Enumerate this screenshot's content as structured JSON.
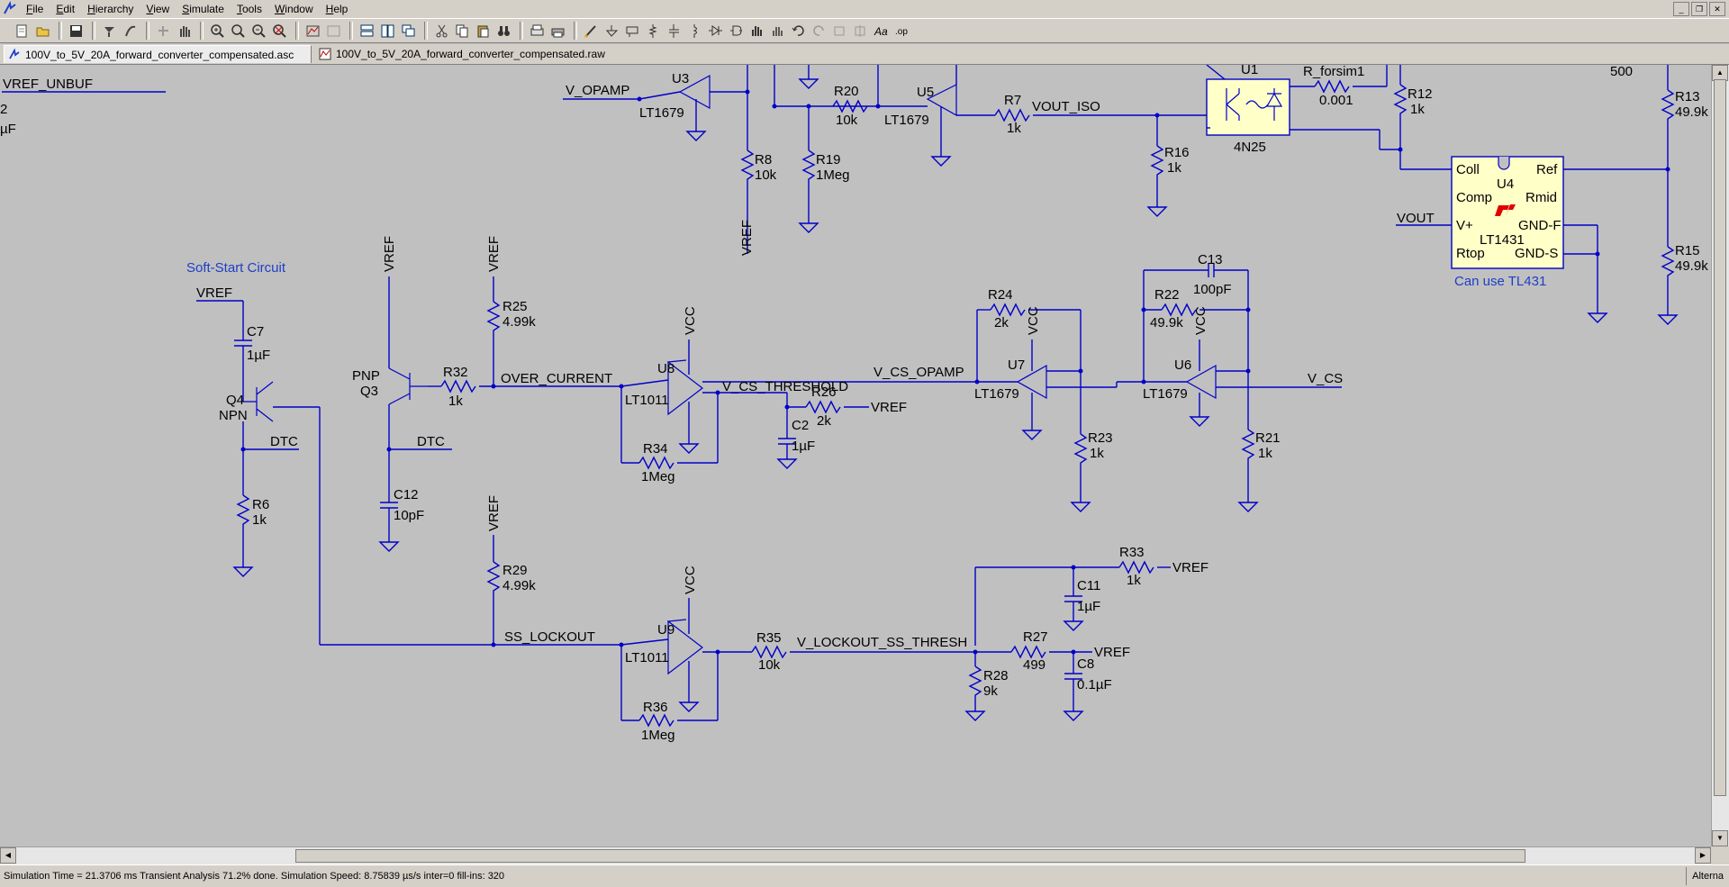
{
  "menu": {
    "items": [
      {
        "label": "File",
        "key": "F",
        "rest": "ile"
      },
      {
        "label": "Edit",
        "key": "E",
        "rest": "dit"
      },
      {
        "label": "Hierarchy",
        "key": "H",
        "rest": "ierarchy"
      },
      {
        "label": "View",
        "key": "V",
        "rest": "iew"
      },
      {
        "label": "Simulate",
        "key": "S",
        "rest": "imulate"
      },
      {
        "label": "Tools",
        "key": "T",
        "rest": "ools"
      },
      {
        "label": "Window",
        "key": "W",
        "rest": "indow"
      },
      {
        "label": "Help",
        "key": "H",
        "rest": "elp"
      }
    ]
  },
  "tabs": [
    {
      "label": "100V_to_5V_20A_forward_converter_compensated.asc",
      "icon": "schematic-icon"
    },
    {
      "label": "100V_to_5V_20A_forward_converter_compensated.raw",
      "icon": "waveform-icon"
    }
  ],
  "schematic": {
    "notes": {
      "soft_start": "Soft-Start Circuit",
      "tl431": "Can use TL431"
    },
    "nets": {
      "vref_unbuf": "VREF_UNBUF",
      "v_opamp": "V_OPAMP",
      "vout_iso": "VOUT_ISO",
      "vout": "VOUT",
      "vref": "VREF",
      "dtc": "DTC",
      "over_current": "OVER_CURRENT",
      "v_cs_threshold": "V_CS_THRESHOLD",
      "v_cs_opamp": "V_CS_OPAMP",
      "v_cs": "V_CS",
      "ss_lockout": "SS_LOCKOUT",
      "v_lockout_ss_thresh": "V_LOCKOUT_SS_THRESH",
      "vcc": "VCC"
    },
    "parts": {
      "u3": "U3",
      "u3_model": "LT1679",
      "u5": "U5",
      "u5_model": "LT1679",
      "u6": "U6",
      "u6_model": "LT1679",
      "u7": "U7",
      "u7_model": "LT1679",
      "u8": "U8",
      "u8_model": "LT1011",
      "u9": "U9",
      "u9_model": "LT1011",
      "u1": "U1",
      "u1_model": "4N25",
      "u4": "U4",
      "u4_model": "LT1431",
      "r20": "R20",
      "r20_val": "10k",
      "r7": "R7",
      "r7_val": "1k",
      "r8": "R8",
      "r8_val": "10k",
      "r19": "R19",
      "r19_val": "1Meg",
      "r16": "R16",
      "r16_val": "1k",
      "r12": "R12",
      "r12_val": "1k",
      "r_forsim1": "R_forsim1",
      "r_forsim1_val": "0.001",
      "r13": "R13",
      "r13_val": "49.9k",
      "r15": "R15",
      "r15_val": "49.9k",
      "r25": "R25",
      "r25_val": "4.99k",
      "r32": "R32",
      "r32_val": "1k",
      "r34": "R34",
      "r34_val": "1Meg",
      "r26": "R26",
      "r26_val": "2k",
      "c2": "C2",
      "c2_val": "1µF",
      "r24": "R24",
      "r24_val": "2k",
      "r22": "R22",
      "r22_val": "49.9k",
      "c13": "C13",
      "c13_val": "100pF",
      "r23": "R23",
      "r23_val": "1k",
      "r21": "R21",
      "r21_val": "1k",
      "c7": "C7",
      "c7_val": "1µF",
      "q4": "Q4",
      "q4_type": "NPN",
      "q3": "Q3",
      "q3_type": "PNP",
      "r6": "R6",
      "r6_val": "1k",
      "c12": "C12",
      "c12_val": "10pF",
      "r29": "R29",
      "r29_val": "4.99k",
      "r35": "R35",
      "r35_val": "10k",
      "r36": "R36",
      "r36_val": "1Meg",
      "r33": "R33",
      "r33_val": "1k",
      "c11": "C11",
      "c11_val": "1µF",
      "r27": "R27",
      "r27_val": "499",
      "c8": "C8",
      "c8_val": "0.1µF",
      "r28": "R28",
      "r28_val": "9k",
      "partial_a": "2",
      "partial_b": "µF",
      "partial_c": "500"
    },
    "u4_pins": {
      "coll": "Coll",
      "ref": "Ref",
      "comp": "Comp",
      "rmid": "Rmid",
      "vplus": "V+",
      "gndf": "GND-F",
      "rtop": "Rtop",
      "gnds": "GND-S"
    }
  },
  "status": {
    "text": "Simulation Time = 21.3706 ms  Transient Analysis 71.2% done. Simulation Speed: 8.75839 µs/s inter=0 fill-ins: 320",
    "right": "Alterna"
  },
  "colors": {
    "wire": "#0000c8",
    "canvas": "#c0c0c0",
    "component_fill": "#ffffc8",
    "logo": "#e00000"
  }
}
